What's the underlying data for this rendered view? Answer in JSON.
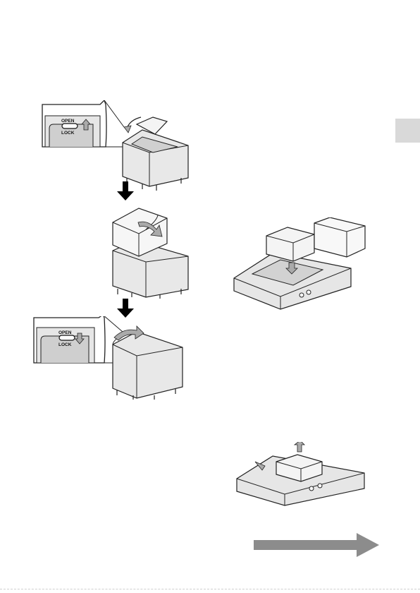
{
  "figures": {
    "inset_top": {
      "open_label": "OPEN",
      "lock_label": "LOCK"
    },
    "inset_bottom": {
      "open_label": "OPEN",
      "lock_label": "LOCK"
    }
  },
  "colors": {
    "side_tab": "#d9d9d9",
    "next_arrow": "#8c8c8c",
    "step_arrow": "#000000",
    "line_art": "#222222"
  }
}
